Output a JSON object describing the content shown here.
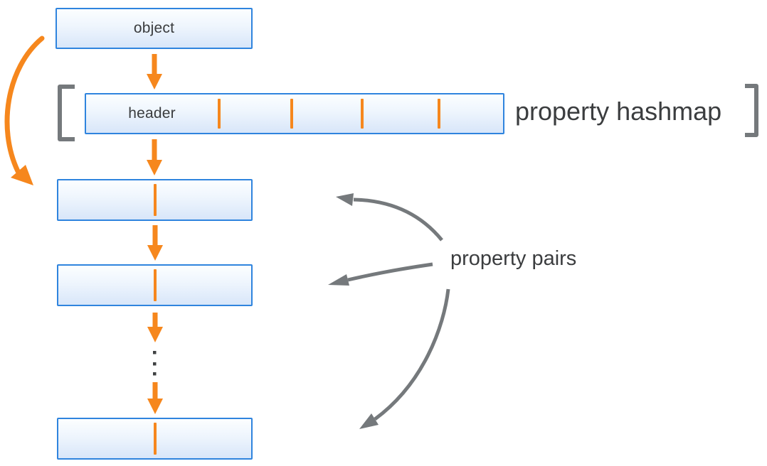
{
  "diagram": {
    "object_node": {
      "label": "object"
    },
    "hashmap_node": {
      "header_label": "header",
      "caption": "property hashmap",
      "slot_count": 5
    },
    "property_pairs": {
      "caption": "property pairs",
      "boxes_shown": 3,
      "ellipsis_between": true
    },
    "colors": {
      "accent_orange": "#f6871d",
      "box_border_blue": "#2f84de",
      "box_fill_top": "#fcfeff",
      "box_fill_bottom": "#d8e6f9",
      "bracket_arrow_gray": "#75797c",
      "text_dark": "#3b3d3f"
    }
  }
}
